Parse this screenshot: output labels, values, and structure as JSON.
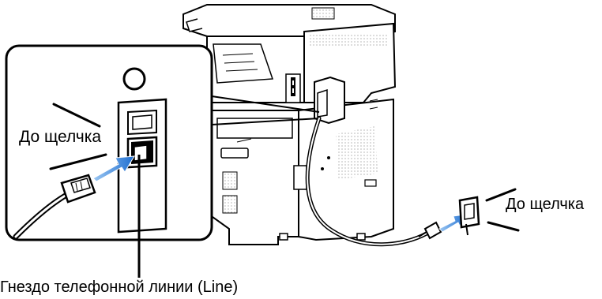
{
  "labels": {
    "click_left": "До щелчка",
    "click_right": "До щелчка",
    "jack_caption": "Гнездо телефонной линии (Line)"
  },
  "colors": {
    "outline": "#000000",
    "device_body": "#ffffff",
    "device_shade": "#d9d9d9",
    "arrow_blue": "#1f6fd1"
  },
  "icons": [
    "telephone-plug-icon",
    "wall-jack-icon",
    "insert-arrow-icon"
  ]
}
